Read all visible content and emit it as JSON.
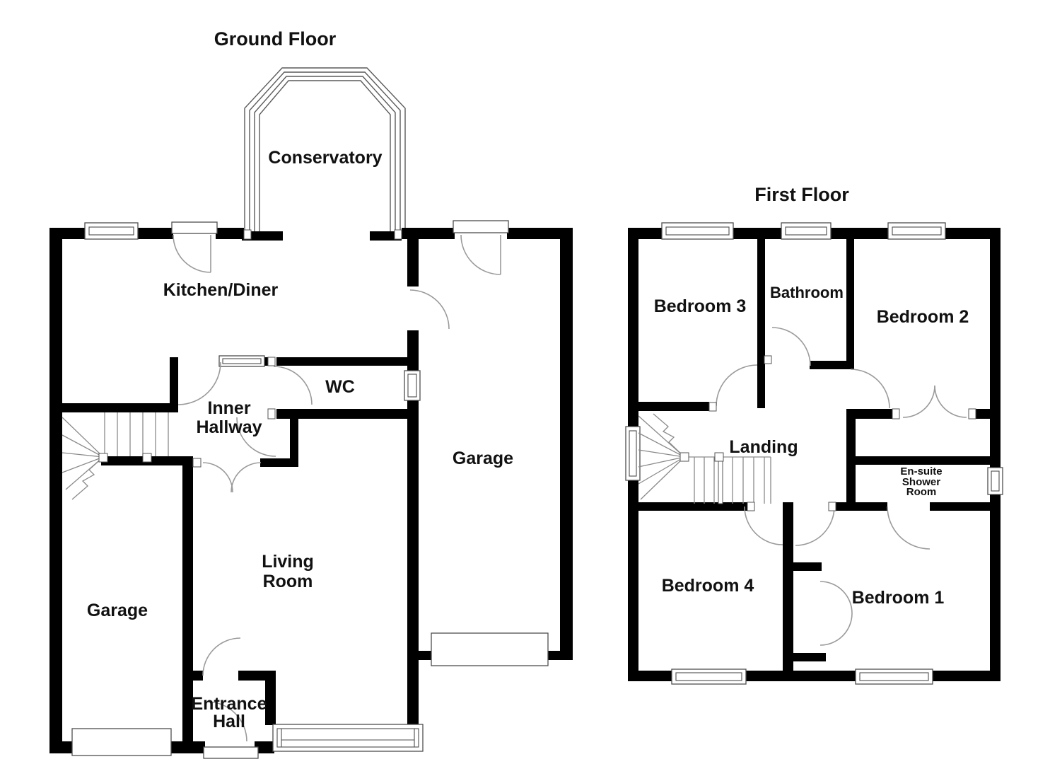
{
  "page": {
    "background": "#ffffff",
    "wall_color": "#000000",
    "door_line_color": "#9a9a9a",
    "text_color": "#111111"
  },
  "floors": [
    {
      "title": "Ground Floor",
      "rooms": [
        "Conservatory",
        "Kitchen/Diner",
        "WC",
        "Inner Hallway",
        "Garage",
        "Living Room",
        "Entrance Hall",
        "Garage"
      ]
    },
    {
      "title": "First Floor",
      "rooms": [
        "Bedroom 3",
        "Bathroom",
        "Bedroom 2",
        "Landing",
        "En-suite Shower Room",
        "Bedroom 4",
        "Bedroom 1"
      ]
    }
  ],
  "labels": {
    "title_ground": "Ground Floor",
    "title_first": "First Floor",
    "conservatory": "Conservatory",
    "kitchen_diner": "Kitchen/Diner",
    "wc": "WC",
    "inner_hallway_1": "Inner",
    "inner_hallway_2": "Hallway",
    "garage_right": "Garage",
    "garage_left": "Garage",
    "living_room_1": "Living",
    "living_room_2": "Room",
    "entrance_hall_1": "Entrance",
    "entrance_hall_2": "Hall",
    "bedroom3": "Bedroom 3",
    "bathroom": "Bathroom",
    "bedroom2": "Bedroom 2",
    "landing": "Landing",
    "ensuite_1": "En-suite",
    "ensuite_2": "Shower",
    "ensuite_3": "Room",
    "bedroom4": "Bedroom 4",
    "bedroom1": "Bedroom 1"
  }
}
